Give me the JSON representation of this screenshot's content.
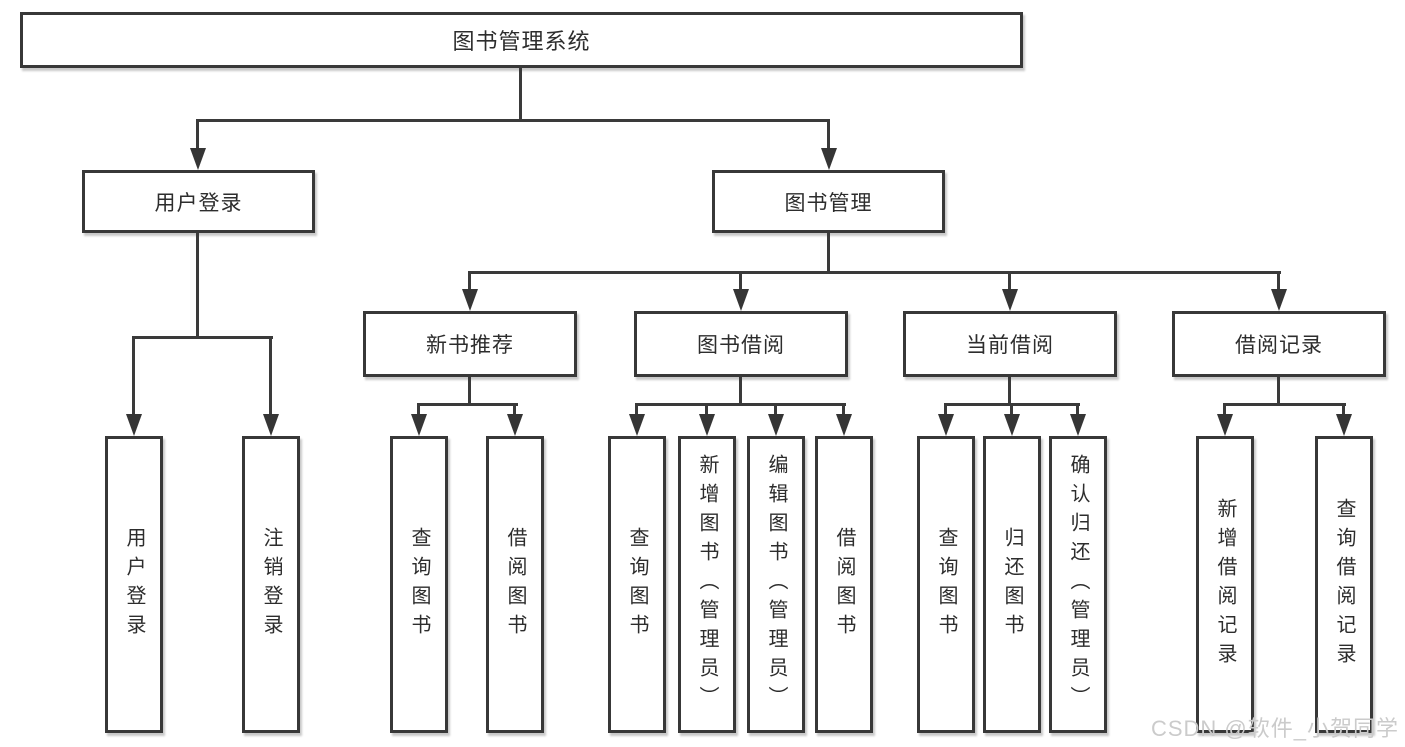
{
  "diagram": {
    "type": "hierarchy-tree",
    "title": "图书管理系统",
    "nodes": {
      "root": "图书管理系统",
      "user_login": "用户登录",
      "book_mgmt": "图书管理",
      "new_books": "新书推荐",
      "book_borrow": "图书借阅",
      "current_borrow": "当前借阅",
      "borrow_records": "借阅记录",
      "leaf_user_login": "用户登录",
      "leaf_logout": "注销登录",
      "leaf_nb_query": "查询图书",
      "leaf_nb_borrow": "借阅图书",
      "leaf_bb_query": "查询图书",
      "leaf_bb_add": "新增图书（管理员）",
      "leaf_bb_edit": "编辑图书（管理员）",
      "leaf_bb_borrow": "借阅图书",
      "leaf_cb_query": "查询图书",
      "leaf_cb_return": "归还图书",
      "leaf_cb_confirm": "确认归还（管理员）",
      "leaf_br_add": "新增借阅记录",
      "leaf_br_query": "查询借阅记录"
    },
    "hierarchy": [
      {
        "parent": "图书管理系统",
        "children": [
          "用户登录",
          "图书管理"
        ]
      },
      {
        "parent": "用户登录",
        "children": [
          "用户登录",
          "注销登录"
        ]
      },
      {
        "parent": "图书管理",
        "children": [
          "新书推荐",
          "图书借阅",
          "当前借阅",
          "借阅记录"
        ]
      },
      {
        "parent": "新书推荐",
        "children": [
          "查询图书",
          "借阅图书"
        ]
      },
      {
        "parent": "图书借阅",
        "children": [
          "查询图书",
          "新增图书（管理员）",
          "编辑图书（管理员）",
          "借阅图书"
        ]
      },
      {
        "parent": "当前借阅",
        "children": [
          "查询图书",
          "归还图书",
          "确认归还（管理员）"
        ]
      },
      {
        "parent": "借阅记录",
        "children": [
          "新增借阅记录",
          "查询借阅记录"
        ]
      }
    ]
  },
  "watermark": {
    "text": "CSDN @软件_小贺同学"
  },
  "colors": {
    "background": "#ffffff",
    "line": "#3a3a3a",
    "box_border": "#383838",
    "text": "#2d2d2d",
    "watermark": "#cbcbcb"
  }
}
